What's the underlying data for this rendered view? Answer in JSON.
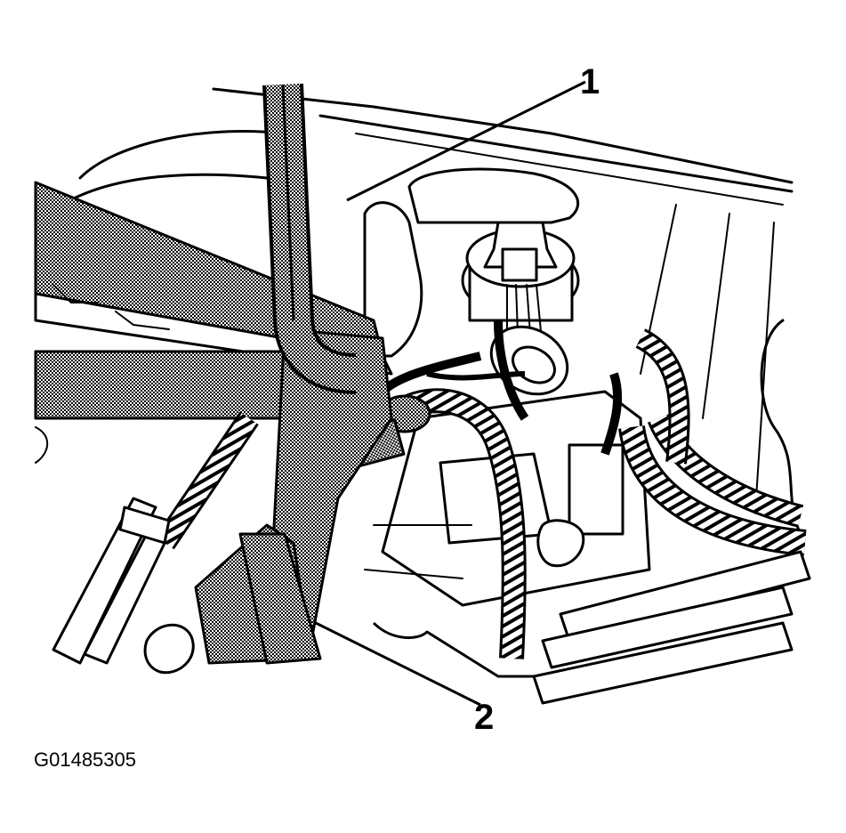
{
  "figure": {
    "id_label": "G01485305",
    "callouts": [
      {
        "number": "1"
      },
      {
        "number": "2"
      }
    ]
  },
  "colors": {
    "ink": "#000000",
    "paper": "#ffffff"
  }
}
